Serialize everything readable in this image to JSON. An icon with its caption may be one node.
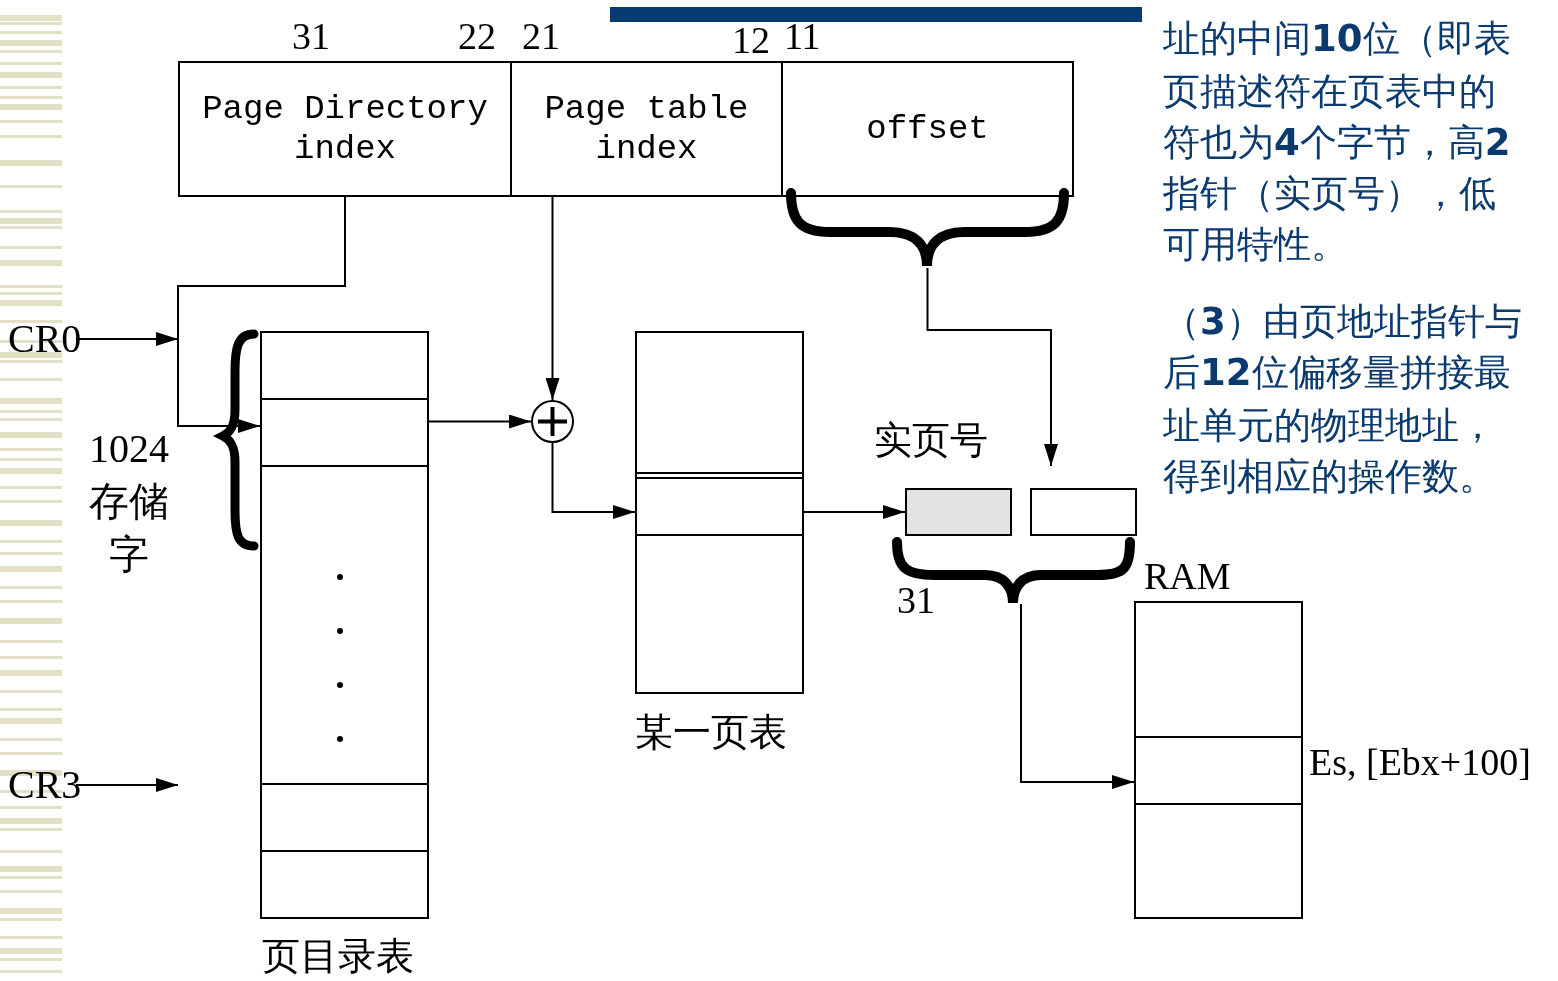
{
  "diagram": {
    "nodes": [
      {
        "text": [
          "Page Directory index"
        ],
        "beside": [
          "31",
          "22"
        ]
      },
      {
        "text": [
          "Page table index"
        ],
        "beside": [
          "21",
          "12"
        ]
      },
      {
        "text": [
          "offset"
        ],
        "beside": [
          "11"
        ]
      },
      {
        "text": [],
        "shape": "box",
        "beside": [
          "页目录表"
        ]
      },
      {
        "text": [],
        "shape": "box",
        "in": 3
      },
      {
        "text": [],
        "shape": "circle"
      },
      {
        "text": [],
        "shape": "box",
        "beside": [
          "某一页表"
        ]
      },
      {
        "text": [],
        "shape": "box",
        "in": 6
      },
      {
        "text": [],
        "shape": "box",
        "beside": [
          "实页号"
        ]
      },
      {
        "text": [],
        "shape": "box"
      },
      {
        "text": [],
        "shape": "box",
        "beside": [
          "RAM"
        ]
      },
      {
        "text": [],
        "shape": "box",
        "in": 10,
        "beside": [
          "Es, [Ebx+100]"
        ]
      },
      {
        "text": [
          "CR0"
        ]
      },
      {
        "text": [
          "CR3"
        ]
      }
    ],
    "edges": [
      {
        "from": 0,
        "to": 4,
        "arrow": "to"
      },
      {
        "from": 12,
        "to": null,
        "arrow": "to"
      },
      {
        "from": 13,
        "to": null,
        "arrow": "to"
      },
      {
        "from": 1,
        "to": 5,
        "arrow": "to"
      },
      {
        "from": 4,
        "to": 5,
        "arrow": "to"
      },
      {
        "from": 5,
        "to": 7,
        "arrow": "to"
      },
      {
        "from": 7,
        "to": 8,
        "arrow": "to"
      },
      {
        "from": 2,
        "to": 9,
        "arrow": "to"
      },
      {
        "from": 8,
        "to": 11,
        "arrow": "to"
      },
      {
        "from": 9,
        "to": 11,
        "arrow": "to"
      }
    ],
    "labels": [
      "1024存储字",
      "31",
      "址的中间**10**位（即表",
      "页描述符在页表中的",
      "符也为**4**个字节，高**2**",
      "指针（实页号），低",
      "可用特性。",
      "（**3**）由页地址指针与",
      "后**12**位偏移量拼接最",
      "址单元的物理地址，",
      "得到相应的操作数。"
    ]
  }
}
